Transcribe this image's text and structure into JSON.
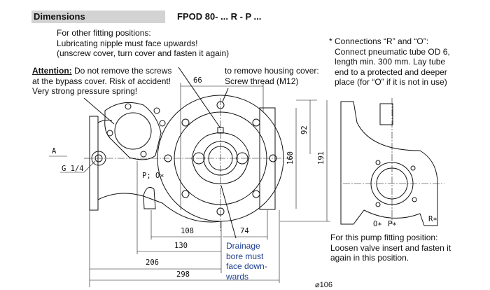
{
  "header": {
    "section_title": "Dimensions",
    "model": "FPOD 80- ... R - P ..."
  },
  "notes": {
    "fitting_positions": [
      "For other fitting positions:",
      "Lubricating nipple must face upwards!",
      "(unscrew cover, turn cover and fasten it again)"
    ],
    "attention_label": "Attention:",
    "attention_lines": [
      " Do not remove the screws",
      "at the bypass cover. Risk of accident!",
      "Very strong pressure spring!"
    ],
    "housing_cover": [
      "to remove housing cover:",
      "Screw thread (M12)"
    ],
    "connections": [
      "* Connections “R” and “O”:",
      "Connect pneumatic tube OD 6,",
      "length min. 300 mm. Lay tube",
      "end to a protected and deeper",
      "place (for “O” if it is not in use)"
    ],
    "pump_position": [
      "For this pump fitting position:",
      "Loosen valve insert and fasten it",
      "again in this position."
    ],
    "drainage": [
      "Drainage",
      "bore must",
      "face down-",
      "wards"
    ]
  },
  "drawing": {
    "dimensions": {
      "d66": "66",
      "d92": "92",
      "d160": "160",
      "d191": "191",
      "d108": "108",
      "d74": "74",
      "d130": "130",
      "d206": "206",
      "d298": "298"
    },
    "labels": {
      "arrow_a": "A",
      "thread": "G 1/4",
      "ports_left": "P; O∗",
      "port_r": "R∗",
      "port_o": "O∗",
      "port_p": "P∗",
      "diameter": "⌀106"
    }
  },
  "colors": {
    "header_bg": "#d3d3d3",
    "drainage_text": "#1d3f8f"
  }
}
